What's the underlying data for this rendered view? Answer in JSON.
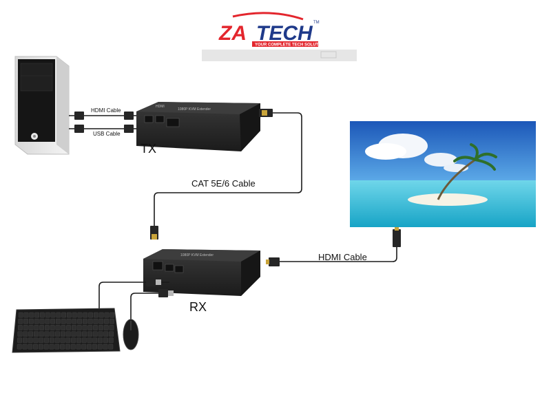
{
  "logo": {
    "brand_left": "ZA",
    "brand_right": "TECH",
    "trademark": "TM",
    "tagline": "YOUR COMPLETE TECH SOLUTION"
  },
  "labels": {
    "hdmi_cable_small": "HDMI Cable",
    "usb_cable_small": "USB Cable",
    "tx": "TX",
    "rx": "RX",
    "cat_cable": "CAT 5E/6 Cable",
    "hdmi_cable": "HDMI Cable"
  },
  "devices": {
    "tx_caption": "1080P KVM Extender",
    "rx_caption": "1080P KVM Extender",
    "hdmi_badge": "HDMI"
  },
  "colors": {
    "brand_red": "#e3262d",
    "brand_blue": "#1f3a8a",
    "cable": "#1a1a1a",
    "device_body": "#2a2a2a"
  },
  "icons": [
    "computer-tower-icon",
    "keyboard-icon",
    "mouse-icon",
    "monitor-icon",
    "hdmi-plug-icon",
    "usb-plug-icon",
    "rj45-plug-icon"
  ]
}
